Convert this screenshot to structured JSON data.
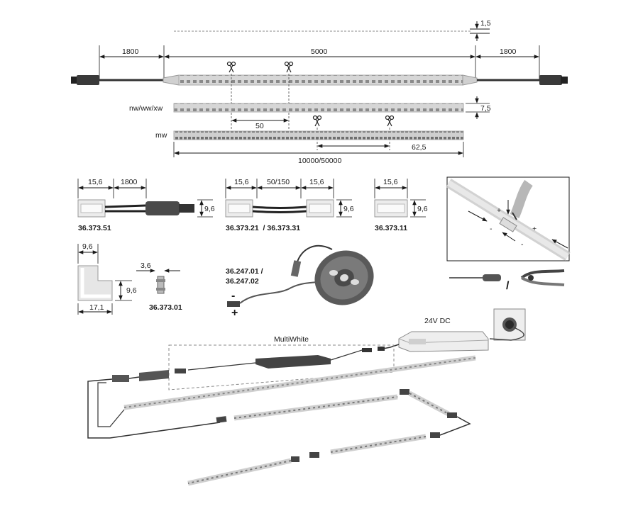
{
  "top": {
    "thickness": "1,5",
    "cable_left": "1800",
    "strip_length": "5000",
    "cable_right": "1800",
    "width": "7,5",
    "variant_a_label": "nw/ww/xw",
    "variant_b_label": "mw",
    "cut_pitch_a": "50",
    "cut_pitch_b": "62,5",
    "roll_lengths": "10000/50000"
  },
  "connectors": {
    "c1": {
      "w1": "15,6",
      "w2": "1800",
      "h": "9,6",
      "code": "36.373.51"
    },
    "c2": {
      "w1": "15,6",
      "w2": "50/150",
      "w3": "15,6",
      "h": "9,6",
      "code": "36.373.21  / 36.373.31"
    },
    "c3": {
      "w1": "15,6",
      "h": "9,6",
      "code": "36.373.11"
    },
    "corner": {
      "w": "9,6",
      "h": "9,6",
      "total": "17,1",
      "thick": "3,6",
      "code": "36.373.01"
    }
  },
  "reel": {
    "code_a": "36.247.01 /",
    "code_b": "36.247.02",
    "minus": "-",
    "plus": "+"
  },
  "install": {
    "plus_a": "+",
    "plus_b": "+",
    "minus_a": "-",
    "minus_b": "-",
    "separator": "/"
  },
  "system": {
    "supply": "24V DC",
    "controller": "MultiWhite"
  },
  "colors": {
    "line": "#2a2a2a",
    "strip": "#c9c9c9",
    "led": "#8a8a8a",
    "cable": "#333333",
    "reel": "#555555"
  },
  "icons": [
    "scissors-icon",
    "screwdriver-icon",
    "pliers-icon",
    "press-arrow-icon"
  ]
}
